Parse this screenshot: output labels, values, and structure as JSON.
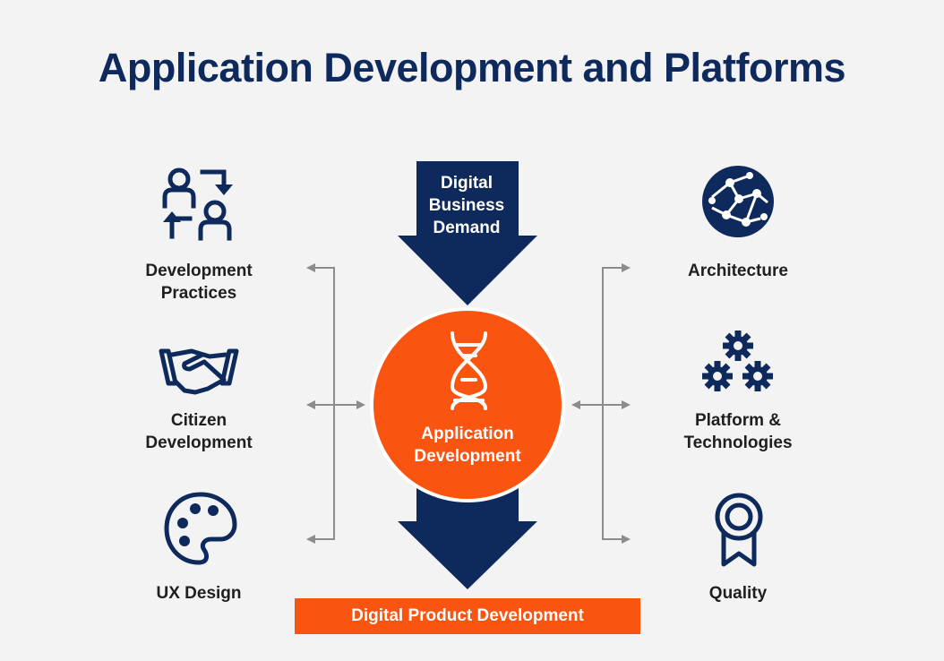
{
  "title": "Application Development and Platforms",
  "center": {
    "input_label": [
      "Digital",
      "Business",
      "Demand"
    ],
    "core_label": [
      "Application",
      "Development"
    ],
    "output_label": "Digital Product Development"
  },
  "left_items": [
    {
      "label": [
        "Development",
        "Practices"
      ],
      "icon": "people-exchange-icon"
    },
    {
      "label": [
        "Citizen",
        "Development"
      ],
      "icon": "handshake-icon"
    },
    {
      "label": [
        "UX Design"
      ],
      "icon": "palette-icon"
    }
  ],
  "right_items": [
    {
      "label": [
        "Architecture"
      ],
      "icon": "network-globe-icon"
    },
    {
      "label": [
        "Platform &",
        "Technologies"
      ],
      "icon": "gears-icon"
    },
    {
      "label": [
        "Quality"
      ],
      "icon": "award-ribbon-icon"
    }
  ],
  "colors": {
    "navy": "#0e2a5c",
    "orange": "#fa5411",
    "connector": "#8c8c8c",
    "background": "#f3f3f3"
  }
}
